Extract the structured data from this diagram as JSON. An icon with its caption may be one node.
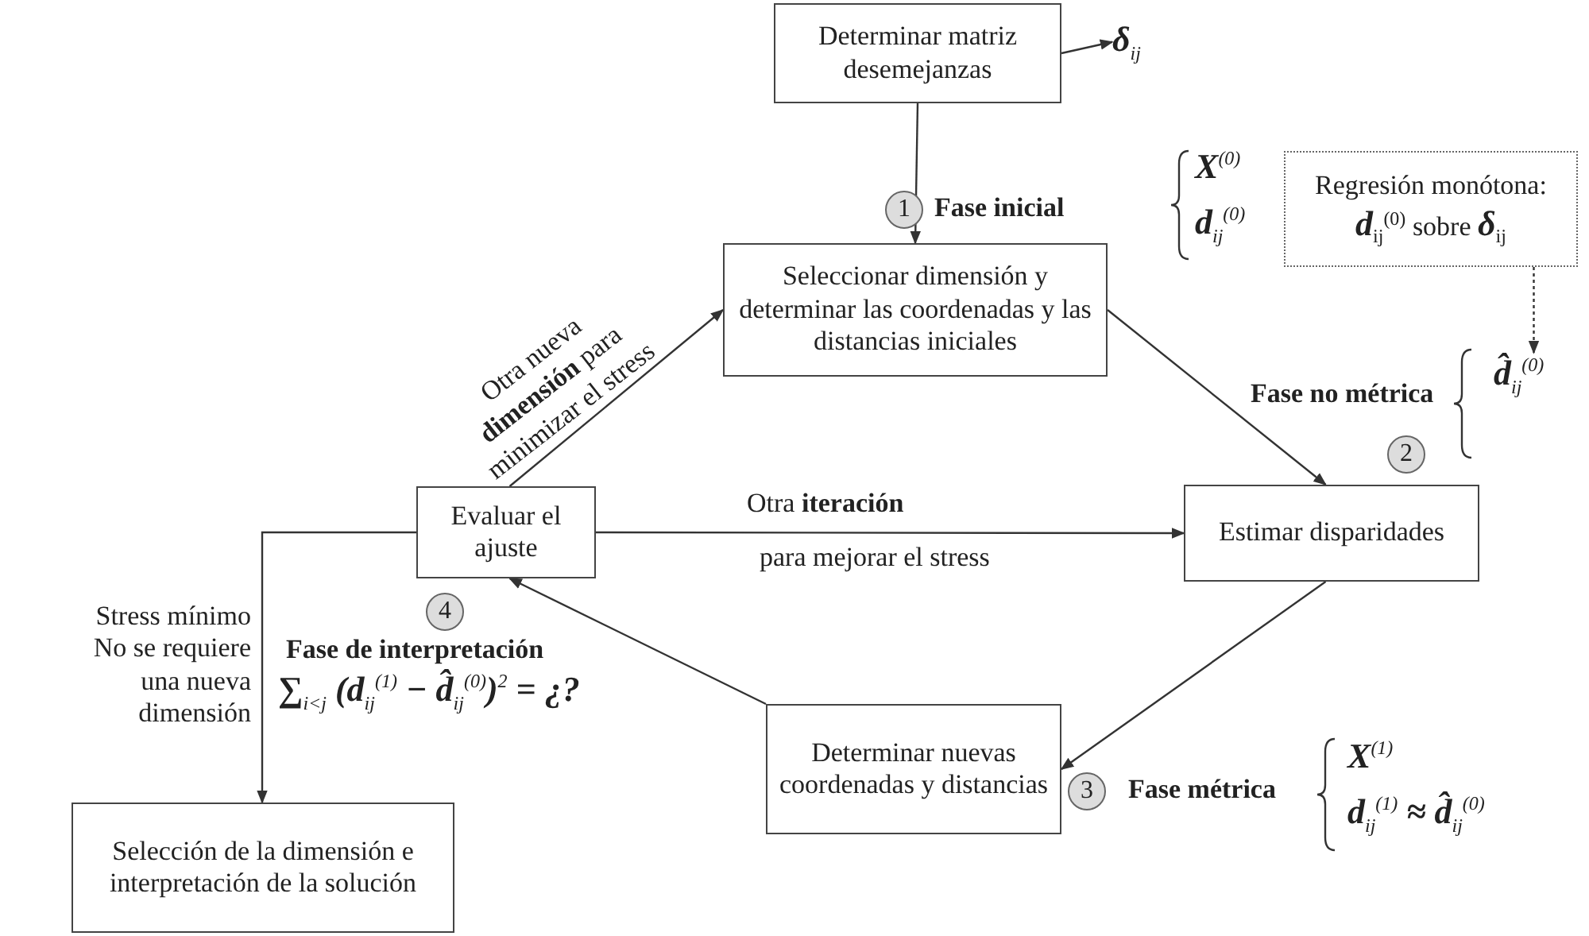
{
  "diagram": {
    "nodes": [
      {
        "text": [
          "Determinar matriz desemejanzas"
        ]
      },
      {
        "text": [
          "δ$_{ij}$"
        ]
      },
      {
        "text": [
          "Seleccionar dimensión y determinar las coordenadas y las distancias iniciales"
        ]
      },
      {
        "text": [
          "Regresión monótona:",
          "**d**$_{ij}$$^{(0)}$ sobre **δ**$_{ij}$"
        ]
      },
      {
        "text": [
          "d̂$_{ij}$$^{(0)}$"
        ]
      },
      {
        "text": [
          "Estimar disparidades"
        ]
      },
      {
        "text": [
          "Determinar nuevas coordenadas y distancias"
        ]
      },
      {
        "text": [
          "Evaluar el ajuste"
        ]
      },
      {
        "text": [
          "Selección de la dimensión e interpretación de la solución"
        ]
      }
    ],
    "edges": [
      {
        "from": 0,
        "to": 1,
        "arrow": "to"
      },
      {
        "from": 0,
        "to": 2,
        "arrow": "to"
      },
      {
        "from": 2,
        "to": 5,
        "arrow": "to"
      },
      {
        "from": 5,
        "to": 6,
        "arrow": "to"
      },
      {
        "from": 6,
        "to": 7,
        "arrow": "to"
      },
      {
        "from": 7,
        "to": 5,
        "arrow": "to",
        "label": "Otra **iteración**"
      },
      {
        "from": 7,
        "to": 2,
        "arrow": "to",
        "label": "Otra nueva **dimensión** para minimizar el stress"
      },
      {
        "from": 7,
        "to": 8,
        "arrow": "to",
        "label": "Stress mínimo No se requiere una nueva dimensión"
      },
      {
        "from": 3,
        "to": 4,
        "arrow": "to",
        "style": "dashed"
      }
    ],
    "labels": [
      "1",
      "Fase inicial",
      "X$^{(0)}$",
      "d$_{ij}$$^{(0)}$",
      "Fase no métrica",
      "2",
      "para mejorar el stress",
      "4",
      "Fase de interpretación",
      "∑$_{i<j}$ (d$_{ij}$$^{(1)}$ − d̂$_{ij}$$^{(0)}$)$^{2}$ = ¿?",
      "3",
      "Fase métrica",
      "X$^{(1)}$",
      "d$_{ij}$$^{(1)}$ ≈ d̂$_{ij}$$^{(0)}$"
    ]
  }
}
